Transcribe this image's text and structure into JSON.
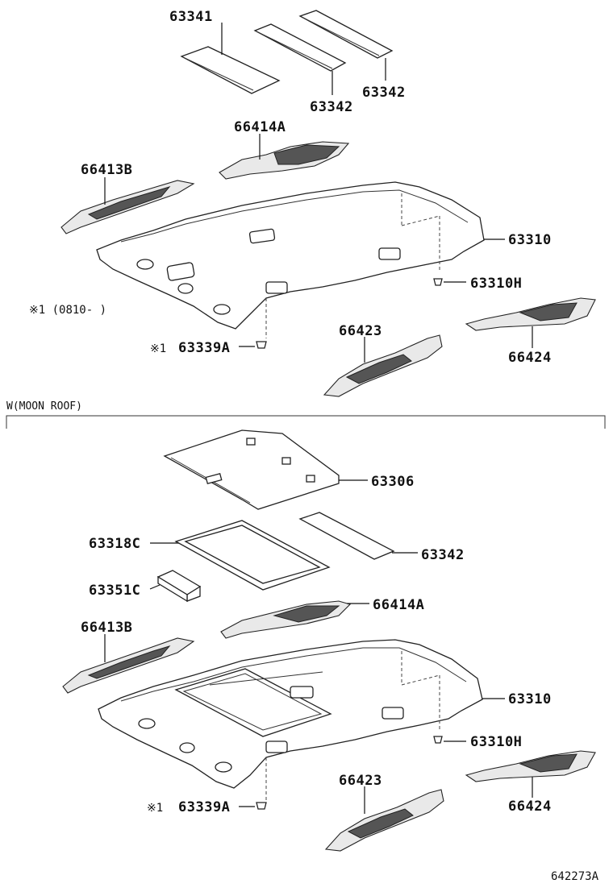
{
  "diagram": {
    "top": {
      "labels": {
        "p63341": "63341",
        "p63342a": "63342",
        "p63342b": "63342",
        "p66414a": "66414A",
        "p66413b": "66413B",
        "p63310": "63310",
        "p63310h": "63310H",
        "p66423": "66423",
        "p66424": "66424",
        "p63339a": "63339A"
      },
      "note_mark": "※1",
      "date_note": "※1 (0810-     )"
    },
    "section_title": "W(MOON ROOF)",
    "bottom": {
      "labels": {
        "p63306": "63306",
        "p63318c": "63318C",
        "p63342": "63342",
        "p63351c": "63351C",
        "p66414a": "66414A",
        "p66413b": "66413B",
        "p63310": "63310",
        "p63310h": "63310H",
        "p66423": "66423",
        "p66424": "66424",
        "p63339a": "63339A"
      },
      "note_mark": "※1"
    },
    "figure_code": "642273A"
  }
}
